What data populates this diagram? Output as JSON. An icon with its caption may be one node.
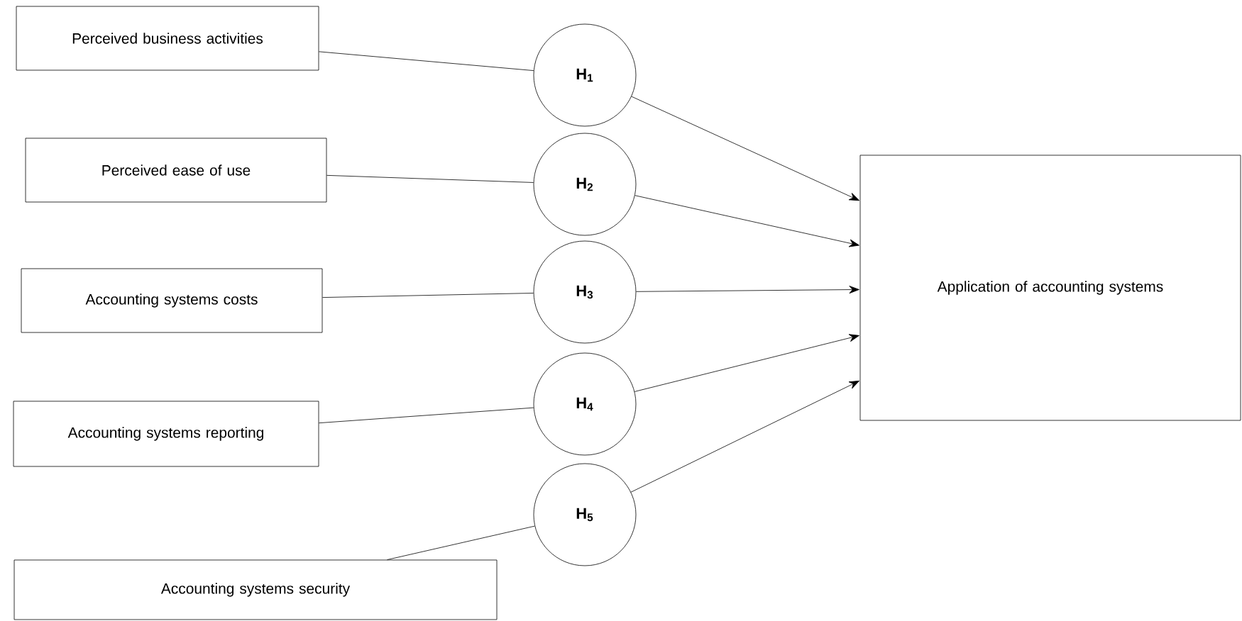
{
  "diagram": {
    "nodes": [
      {
        "text": [
          "Perceived business activities"
        ]
      },
      {
        "text": [
          "Perceived ease of use"
        ]
      },
      {
        "text": [
          "Accounting systems costs"
        ]
      },
      {
        "text": [
          "Accounting systems reporting"
        ]
      },
      {
        "text": [
          "Accounting systems security"
        ]
      },
      {
        "text": [
          "H$_{1}$"
        ]
      },
      {
        "text": [
          "H$_{2}$"
        ]
      },
      {
        "text": [
          "H$_{3}$"
        ]
      },
      {
        "text": [
          "H$_{4}$"
        ]
      },
      {
        "text": [
          "H$_{5}$"
        ]
      },
      {
        "text": [
          "Application of accounting systems"
        ]
      }
    ],
    "edges": [
      {
        "from": 0,
        "to": 5,
        "arrow": "none"
      },
      {
        "from": 1,
        "to": 6,
        "arrow": "none"
      },
      {
        "from": 2,
        "to": 7,
        "arrow": "none"
      },
      {
        "from": 3,
        "to": 8,
        "arrow": "none"
      },
      {
        "from": 4,
        "to": 9,
        "arrow": "none"
      },
      {
        "from": 5,
        "to": 10,
        "arrow": "to"
      },
      {
        "from": 6,
        "to": 10,
        "arrow": "to"
      },
      {
        "from": 7,
        "to": 10,
        "arrow": "to"
      },
      {
        "from": 8,
        "to": 10,
        "arrow": "to"
      },
      {
        "from": 9,
        "to": 10,
        "arrow": "to"
      }
    ]
  }
}
